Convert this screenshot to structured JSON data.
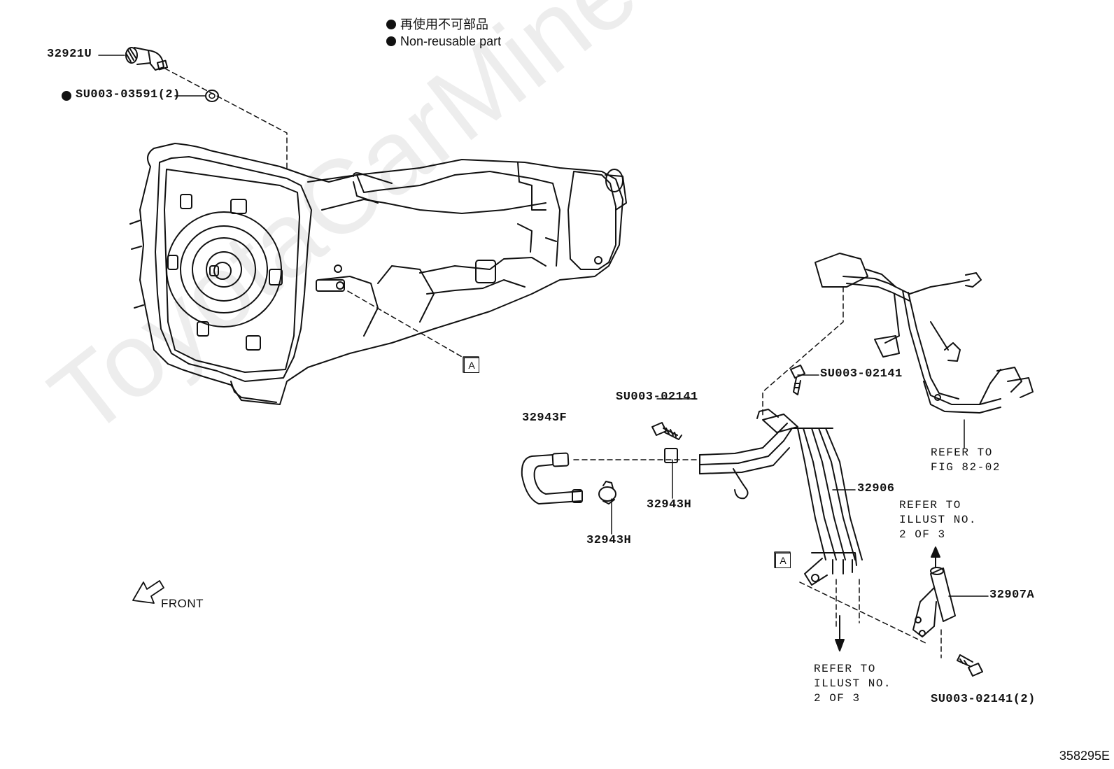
{
  "legend": {
    "line1": "再使用不可部品",
    "line2": "Non-reusable part"
  },
  "watermark": "ToyotaCarMine.ru",
  "figure_number": "358295E",
  "front_label": "FRONT",
  "callout_box": "A",
  "parts": {
    "p32921U": "32921U",
    "gasket": "SU003-03591(2)",
    "bolt_mid": "SU003-02141",
    "bolt_right": "SU003-02141",
    "bolt_bottom": "SU003-02141(2)",
    "hose_f": "32943F",
    "clamp_h1": "32943H",
    "clamp_h2": "32943H",
    "tube": "32906",
    "tube_a": "32907A"
  },
  "refs": {
    "fig": "REFER TO\nFIG 82-02",
    "illust_upper": "REFER TO\nILLUST NO.\n2 OF 3",
    "illust_lower": "REFER TO\nILLUST NO.\n2 OF 3"
  },
  "colors": {
    "line": "#111111",
    "watermark": "rgba(0,0,0,0.07)"
  }
}
